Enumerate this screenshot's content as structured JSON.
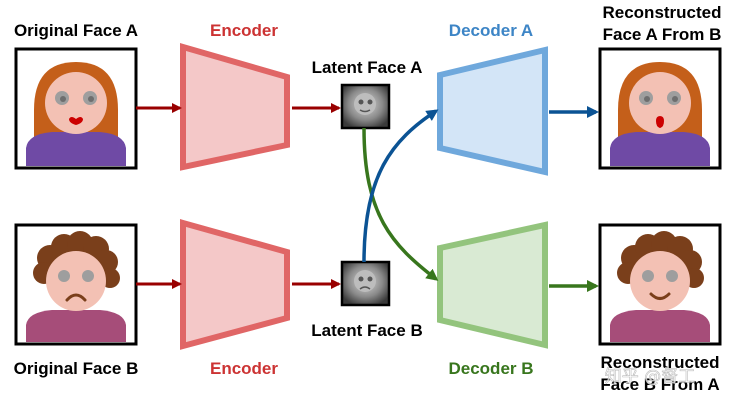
{
  "labels": {
    "original_a": "Original Face A",
    "original_b": "Original Face B",
    "encoder_top": "Encoder",
    "encoder_bottom": "Encoder",
    "latent_a": "Latent Face A",
    "latent_b": "Latent Face B",
    "decoder_a": "Decoder A",
    "decoder_b": "Decoder B",
    "reconstructed_a_line1": "Reconstructed",
    "reconstructed_a_line2": "Face A From B",
    "reconstructed_b_line1": "Reconstructed",
    "reconstructed_b_line2": "Face B From A"
  },
  "watermark": "知乎 @督工",
  "colors": {
    "encoder_fill": "#f4c8c8",
    "encoder_stroke": "#e06666",
    "encoder_text": "#cc3333",
    "decoder_a_fill": "#d3e5f7",
    "decoder_a_stroke": "#6fa8dc",
    "decoder_a_text": "#3d85c6",
    "decoder_b_fill": "#d9ead3",
    "decoder_b_stroke": "#93c47d",
    "decoder_b_text": "#38761d",
    "arrow_red": "#990000",
    "arrow_blue": "#0b5394",
    "arrow_green": "#38761d"
  }
}
